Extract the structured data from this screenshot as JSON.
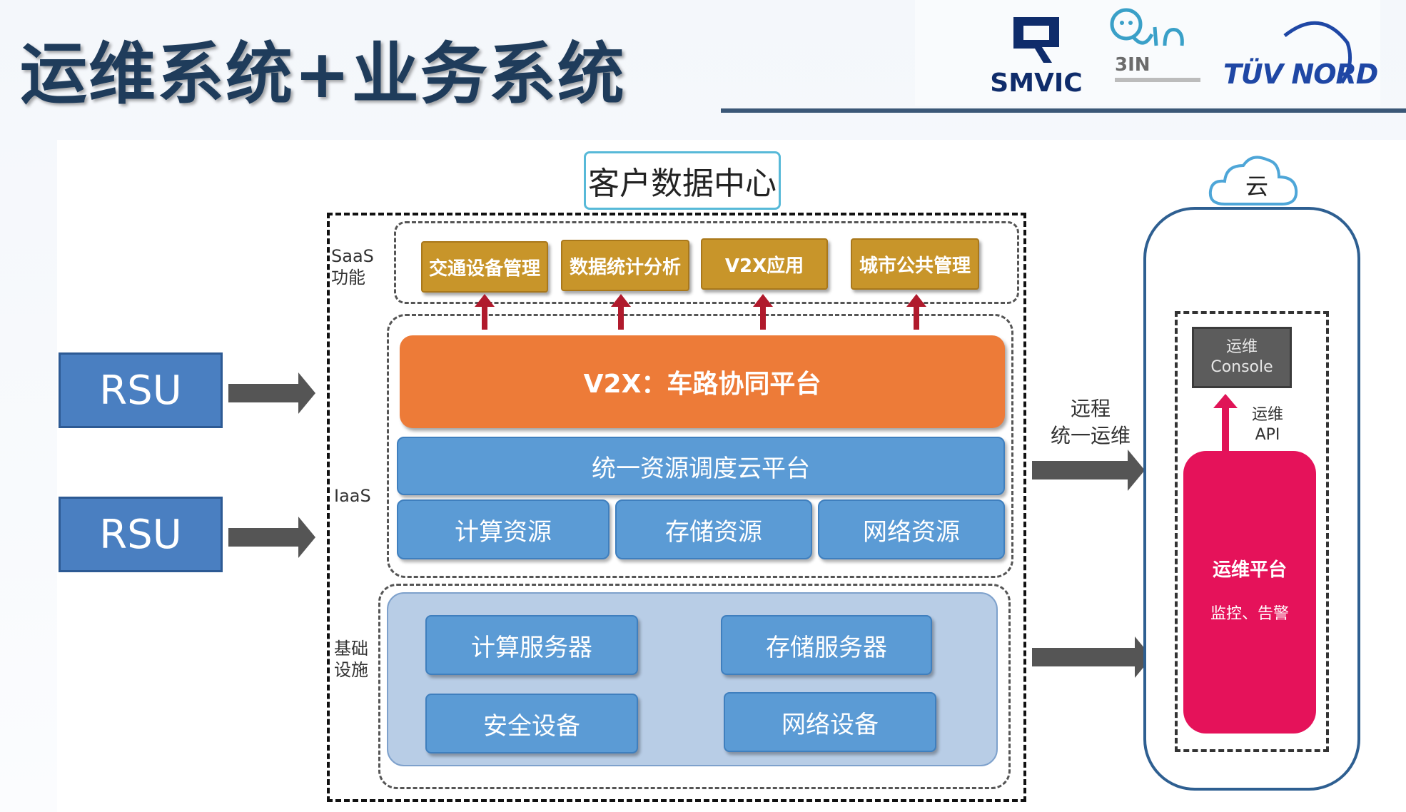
{
  "header": {
    "title": "运维系统+业务系统"
  },
  "logos": {
    "smvic": "SMVIC",
    "three_in": "3IN",
    "tuv": "TÜV NORD"
  },
  "diagram": {
    "datacenter_label": "客户数据中心",
    "layers": {
      "saas": "SaaS\n功能",
      "iaas": "IaaS",
      "infra": "基础\n设施"
    },
    "saas_apps": [
      "交通设备管理",
      "数据统计分析",
      "V2X应用",
      "城市公共管理"
    ],
    "v2x_platform": "V2X：车路协同平台",
    "cloud_scheduler": "统一资源调度云平台",
    "resources": [
      "计算资源",
      "存储资源",
      "网络资源"
    ],
    "infra_devices": [
      "计算服务器",
      "存储服务器",
      "安全设备",
      "网络设备"
    ],
    "rsu": [
      "RSU",
      "RSU"
    ],
    "remote_ops_label": "远程\n统一运维",
    "cloud": {
      "label": "云",
      "console": "运维\nConsole",
      "api_label": "运维\nAPI",
      "ops_platform": "运维平台",
      "ops_functions": "监控、告警"
    }
  },
  "colors": {
    "title": "#1f3c5b",
    "gold": "#c8952a",
    "orange": "#ed7b38",
    "blue": "#5b9bd5",
    "pink": "#e5125a",
    "navy": "#2e5f91"
  }
}
